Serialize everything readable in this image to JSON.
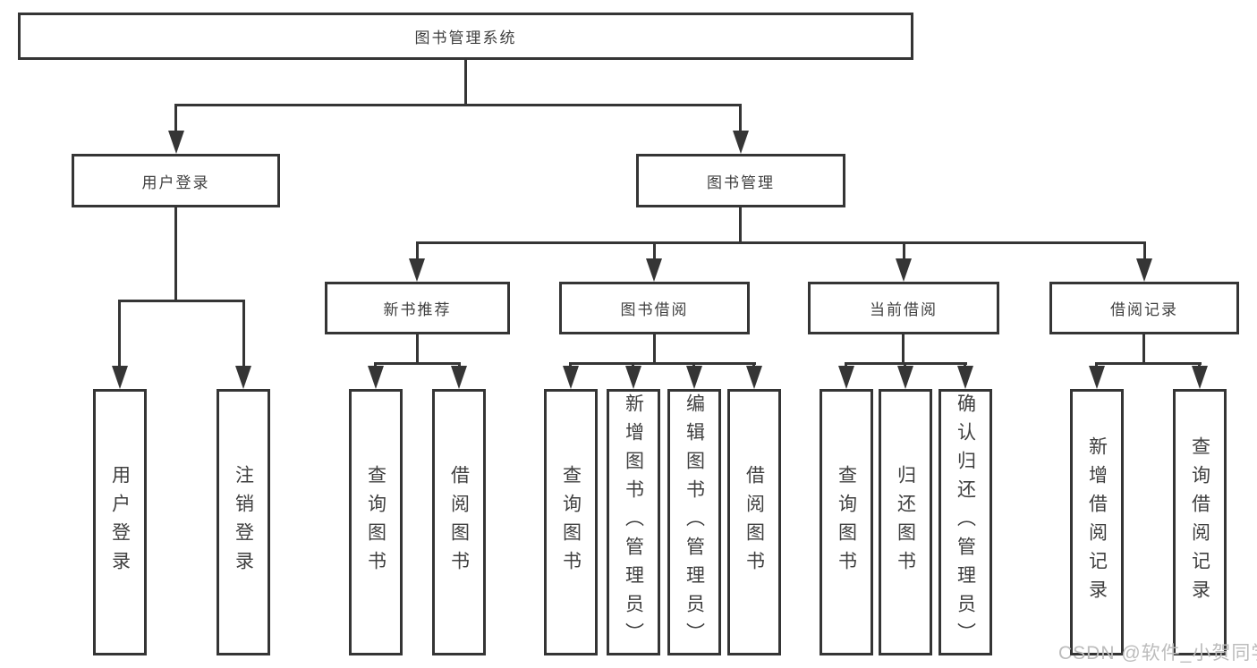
{
  "root": {
    "label": "图书管理系统"
  },
  "branches": [
    {
      "label": "用户登录"
    },
    {
      "label": "图书管理"
    }
  ],
  "modules": [
    {
      "label": "新书推荐"
    },
    {
      "label": "图书借阅"
    },
    {
      "label": "当前借阅"
    },
    {
      "label": "借阅记录"
    }
  ],
  "leaves": [
    {
      "label": "用户登录"
    },
    {
      "label": "注销登录"
    },
    {
      "label": "查询图书"
    },
    {
      "label": "借阅图书"
    },
    {
      "label": "查询图书"
    },
    {
      "label": "新增图书（管理员）"
    },
    {
      "label": "编辑图书（管理员）"
    },
    {
      "label": "借阅图书"
    },
    {
      "label": "查询图书"
    },
    {
      "label": "归还图书"
    },
    {
      "label": "确认归还（管理员）"
    },
    {
      "label": "新增借阅记录"
    },
    {
      "label": "查询借阅记录"
    }
  ],
  "watermark": {
    "text": "CSDN @软件_小贺同学"
  },
  "colors": {
    "line": "#353535",
    "text": "#3f3f3f",
    "watermark": "#bcbcbc",
    "bg": "#ffffff"
  }
}
